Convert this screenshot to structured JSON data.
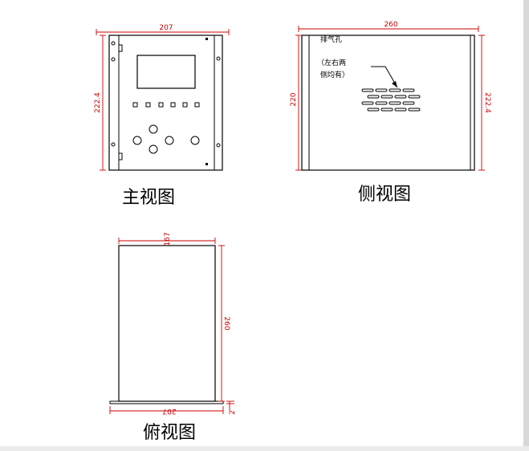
{
  "views": {
    "front": {
      "caption": "主视图",
      "width_dim": "207",
      "height_dim": "222.4"
    },
    "side": {
      "caption": "侧视图",
      "width_dim": "260",
      "height_left_dim": "220",
      "height_right_dim": "222.4",
      "note_line1": "排气孔",
      "note_line2": "（左右两",
      "note_line3": "侧均有）"
    },
    "top": {
      "caption": "俯视图",
      "width_dim": "167",
      "depth_dim": "260",
      "base_width_dim": "207",
      "base_thickness_dim": "2"
    }
  },
  "colors": {
    "outline": "#000000",
    "dimension": "#cc0000"
  }
}
